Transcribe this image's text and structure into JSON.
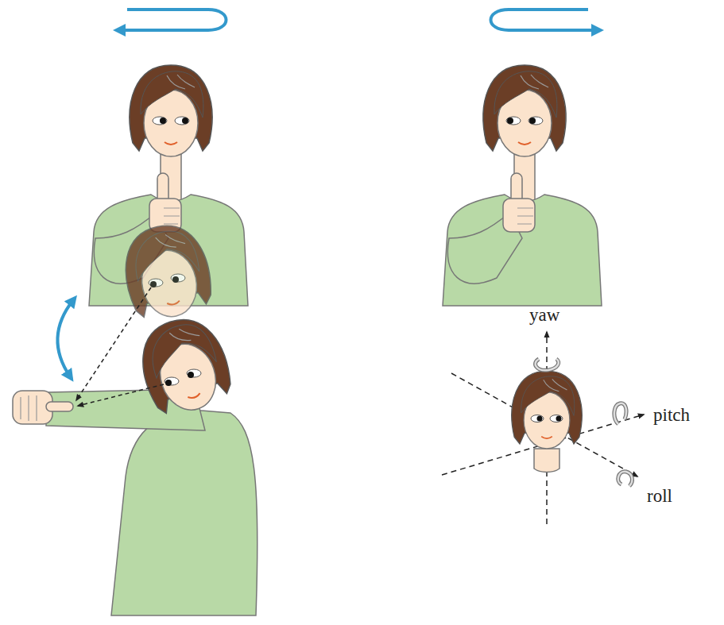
{
  "diagram": {
    "labels": [
      "yaw",
      "pitch",
      "roll"
    ]
  }
}
